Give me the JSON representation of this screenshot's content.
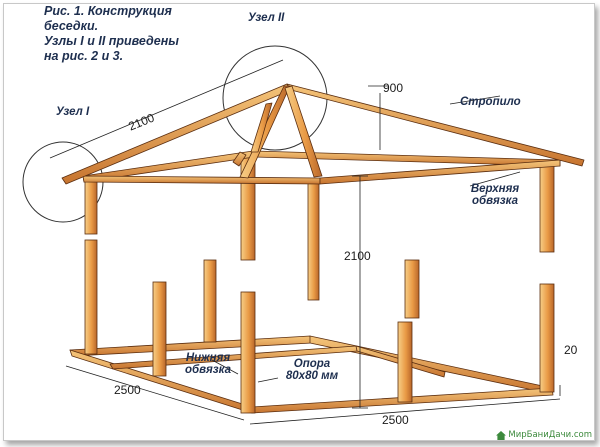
{
  "caption": [
    "Рис. 1. Конструкция",
    "беседки.",
    "Узлы I и II приведены",
    "на рис. 2 и 3."
  ],
  "node_labels": {
    "node1": "Узел I",
    "node2": "Узел II"
  },
  "part_labels": {
    "rafter": "Стропило",
    "top_frame": [
      "Верхняя",
      "обвязка"
    ],
    "bottom_frame": [
      "Нижняя",
      "обвязка"
    ],
    "post": [
      "Опора",
      "80x80 мм"
    ]
  },
  "dimensions": {
    "rafter_length": "2100",
    "roof_height": "900",
    "post_height": "2100",
    "side_depth": "2500",
    "side_width": "2500",
    "base_thickness": "20"
  },
  "watermark": "МирБаниДачи.com",
  "colors": {
    "wood": "#e8a04c",
    "wood_shadow": "#b5652a",
    "ink": "#1e2f4f"
  }
}
